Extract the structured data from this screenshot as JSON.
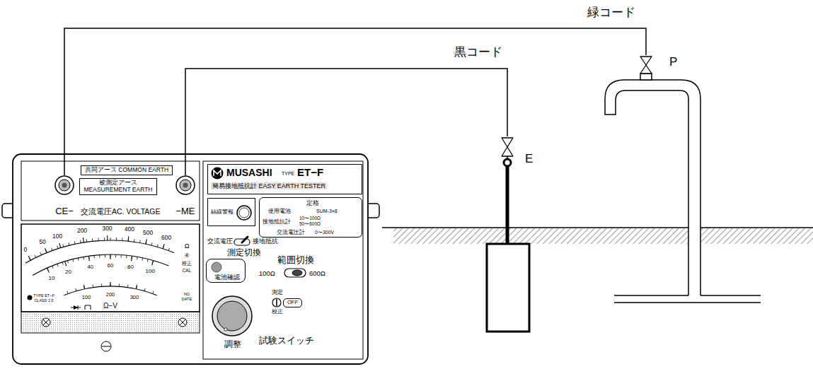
{
  "diagram": {
    "nodes": [
      {
        "text": [
          "CE−"
        ]
      },
      {
        "text": [
          "−ME"
        ]
      },
      {
        "text": [
          "E"
        ]
      },
      {
        "text": [
          "P"
        ]
      },
      {
        "text": [
          "共同アース COMMON EARTH"
        ]
      },
      {
        "text": [
          "被測定アース MEASUREMENT EARTH"
        ]
      },
      {
        "text": [
          "MUSASHI",
          "TYPE",
          "ET−F",
          "簡易接地抵抗計 EASY EARTH TESTER"
        ]
      },
      {
        "text": [
          "結線警報"
        ]
      },
      {
        "text": [
          "定格",
          "使用電池",
          "SUM-3×8",
          "接地抵抗計",
          "10〜100Ω",
          "50〜600Ω",
          "交流電圧計",
          "0〜300V"
        ]
      },
      {
        "text": [
          "電池確認"
        ]
      },
      {
        "text": [
          "OFF"
        ]
      }
    ],
    "edges": [
      {
        "from": 1,
        "to": 2,
        "label": "黒コード",
        "arrow": "none"
      },
      {
        "from": 0,
        "to": 3,
        "label": "緑コード",
        "arrow": "none"
      }
    ],
    "labels": [
      "交流電圧AC. VOLTAGE",
      "交流電圧",
      "接地抵抗",
      "測定切換",
      "範囲切換",
      "100Ω",
      "600Ω",
      "測定",
      "校正",
      "試験スイッチ",
      "調整",
      "0",
      "50",
      "100",
      "200",
      "300",
      "400",
      "500",
      "600",
      "Ω",
      "④",
      "校正",
      "CAL",
      "10",
      "20",
      "40",
      "60",
      "80",
      "100",
      "100",
      "200",
      "300",
      "Ω−V",
      "TYPE ET−F",
      "CLASS 2.5",
      "NO",
      "DATE"
    ]
  }
}
